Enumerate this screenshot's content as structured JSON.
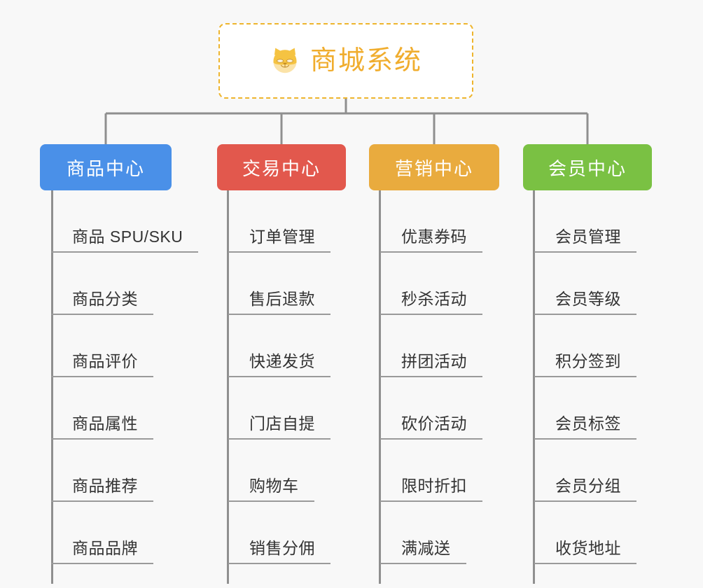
{
  "page": {
    "background_color": "#f8f8f8",
    "line_color": "#8f8f8f",
    "leaf_text_color": "#333333",
    "leaf_rule_color": "#9a9a9a"
  },
  "root": {
    "title": "商城系统",
    "icon": "shiba-dog-face-icon",
    "border_color": "#eeb52e",
    "text_color": "#f0ad2e",
    "background": "#ffffff"
  },
  "columns": [
    {
      "label": "商品中心",
      "color": "#4a90e8",
      "items": [
        "商品 SPU/SKU",
        "商品分类",
        "商品评价",
        "商品属性",
        "商品推荐",
        "商品品牌"
      ]
    },
    {
      "label": "交易中心",
      "color": "#e2584d",
      "items": [
        "订单管理",
        "售后退款",
        "快递发货",
        "门店自提",
        "购物车",
        "销售分佣"
      ]
    },
    {
      "label": "营销中心",
      "color": "#e9ab3e",
      "items": [
        "优惠券码",
        "秒杀活动",
        "拼团活动",
        "砍价活动",
        "限时折扣",
        "满减送"
      ]
    },
    {
      "label": "会员中心",
      "color": "#7ac143",
      "items": [
        "会员管理",
        "会员等级",
        "积分签到",
        "会员标签",
        "会员分组",
        "收货地址"
      ]
    }
  ]
}
